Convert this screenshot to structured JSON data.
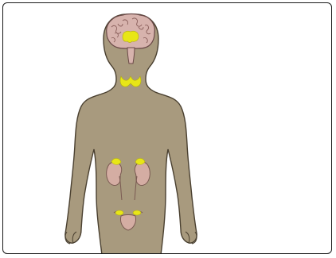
{
  "diagram": {
    "subject": "human-endocrine-system",
    "organs": [
      "brain",
      "pituitary-gland",
      "thyroid-gland",
      "adrenal-glands",
      "kidneys",
      "ovaries",
      "uterus"
    ],
    "colors": {
      "body_fill": "#a89a7e",
      "body_outline": "#4a4030",
      "brain_fill": "#d7b3ad",
      "brain_outline": "#6b4a48",
      "gland_fill": "#e8e617",
      "kidney_fill": "#d4ada3",
      "kidney_outline": "#7a5a52",
      "frame_border": "#1a1a1a",
      "background": "#ffffff"
    }
  }
}
